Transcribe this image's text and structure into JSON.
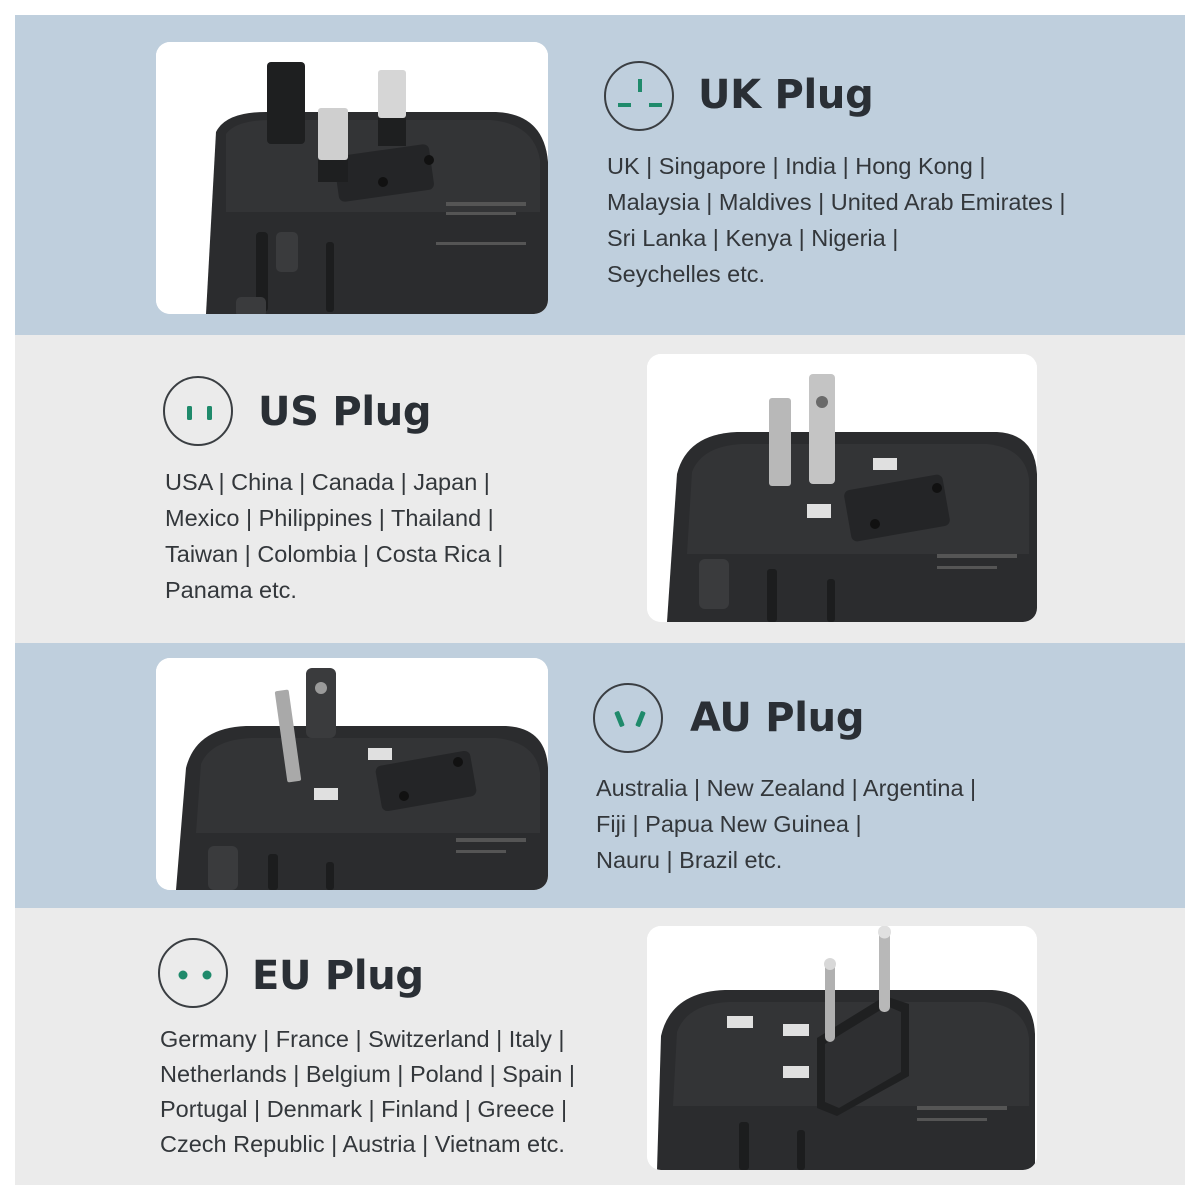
{
  "colors": {
    "band_blue": "#bfcfdd",
    "band_gray": "#ebebeb",
    "accent_green": "#1f8a6b",
    "adapter_body": "#2b2c2e"
  },
  "sections": [
    {
      "title": "UK Plug",
      "icon": "uk-socket-icon",
      "lines": [
        "UK | Singapore | India | Hong Kong |",
        "Malaysia | Maldives | United Arab Emirates |",
        "Sri Lanka | Kenya | Nigeria |",
        "Seychelles etc."
      ]
    },
    {
      "title": "US Plug",
      "icon": "us-socket-icon",
      "lines": [
        "USA | China | Canada | Japan |",
        "Mexico | Philippines | Thailand |",
        "Taiwan | Colombia | Costa Rica |",
        "Panama etc."
      ]
    },
    {
      "title": "AU Plug",
      "icon": "au-socket-icon",
      "lines": [
        "Australia | New Zealand | Argentina |",
        "Fiji | Papua New Guinea |",
        "Nauru | Brazil etc."
      ]
    },
    {
      "title": "EU Plug",
      "icon": "eu-socket-icon",
      "lines": [
        "Germany | France | Switzerland | Italy |",
        "Netherlands | Belgium | Poland | Spain |",
        "Portugal | Denmark | Finland | Greece |",
        "Czech Republic | Austria | Vietnam etc."
      ]
    }
  ]
}
